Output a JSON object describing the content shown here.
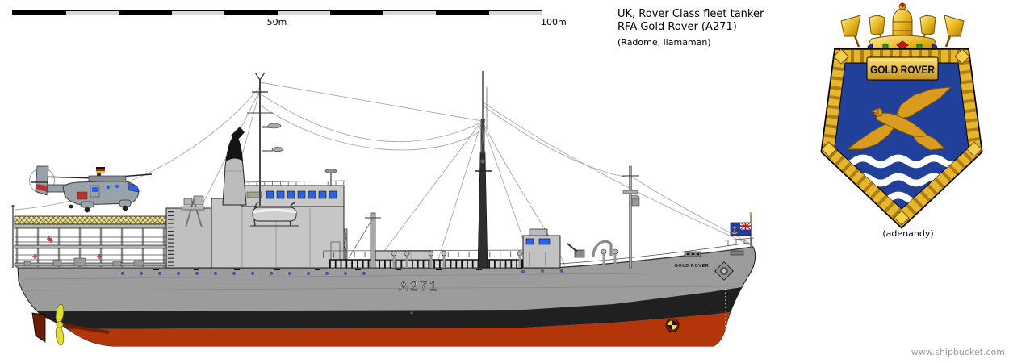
{
  "scale_bar": {
    "mid_label": "50m",
    "end_label": "100m"
  },
  "header": {
    "line1": "UK, Rover Class fleet tanker",
    "line2": "RFA Gold Rover (A271)",
    "credit": "(Radome, llamaman)"
  },
  "ship": {
    "pennant_number": "A271",
    "bow_name": "GOLD ROVER"
  },
  "crest": {
    "banner": "GOLD ROVER",
    "credit": "(adenandy)"
  },
  "footer": {
    "site": "www.shipbucket.com"
  },
  "colors": {
    "hull_gray": "#9c9c9c",
    "boot_black": "#202020",
    "underwater_red": "#b5350a",
    "window_blue": "#2a62e8",
    "crest_gold": "#e8b62c",
    "crest_blue": "#20409a",
    "deck_net_tan": "#e9dfb2"
  }
}
